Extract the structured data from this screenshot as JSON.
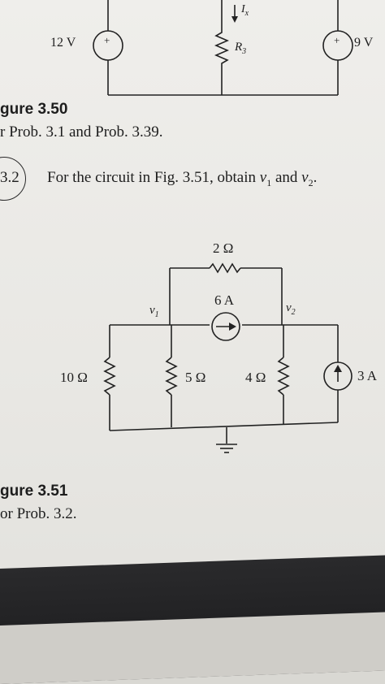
{
  "figure_350": {
    "source_left_label": "12 V",
    "source_right_label": "9 V",
    "resistor_label": "R",
    "resistor_label_sub": "3",
    "current_label": "I",
    "current_label_sub": "x",
    "source_polarity": "+",
    "figure_title": "gure 3.50",
    "caption": "r Prob. 3.1 and Prob. 3.39."
  },
  "problem": {
    "number": "3.2",
    "text_before": "For the circuit in Fig. 3.51, obtain ",
    "var1": "v",
    "var1_sub": "1",
    "text_middle": " and ",
    "var2": "v",
    "var2_sub": "2",
    "text_after": "."
  },
  "figure_351": {
    "top_resistor": "2 Ω",
    "current_source_middle": "6 A",
    "node_left": "v",
    "node_left_sub": "1",
    "node_right": "v",
    "node_right_sub": "2",
    "resistor_left": "10 Ω",
    "resistor_mid": "5 Ω",
    "resistor_right": "4 Ω",
    "current_source_right": "3 A",
    "figure_title": "gure 3.51",
    "caption": "or Prob. 3.2."
  }
}
